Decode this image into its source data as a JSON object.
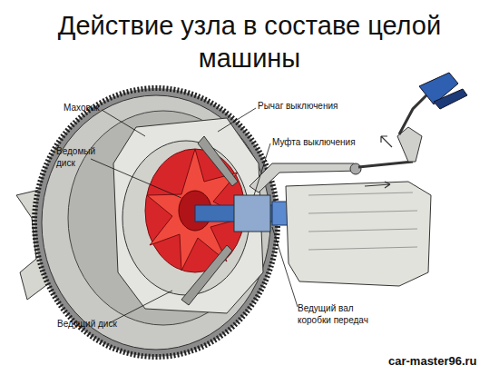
{
  "diagram": {
    "title": "Действие узла в составе целой машины",
    "labels": [
      "Маховик",
      "Рычаг выключения",
      "Ведомый диск",
      "Муфта выключения",
      "Ведущий вал коробки передач",
      "Ведущий диск",
      "car-master96.ru"
    ]
  }
}
